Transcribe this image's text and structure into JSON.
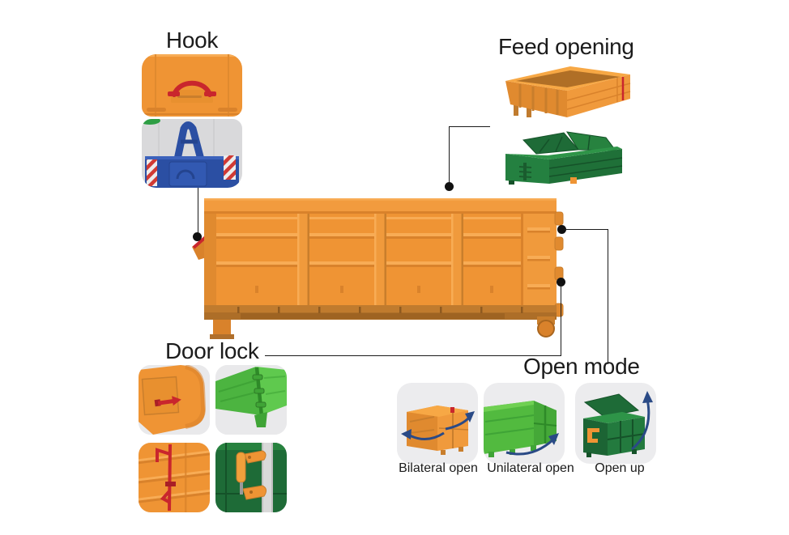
{
  "diagram": {
    "subject": "hook lift roll-off container features",
    "sections": {
      "hook": {
        "title": "Hook"
      },
      "feed_opening": {
        "title": "Feed opening"
      },
      "door_lock": {
        "title": "Door lock"
      },
      "open_mode": {
        "title": "Open mode",
        "items": [
          {
            "caption": "Bilateral open"
          },
          {
            "caption": "Unilateral open"
          },
          {
            "caption": "Open up"
          }
        ]
      }
    },
    "colors": {
      "container_orange": "#EF9434",
      "orange_dark": "#D9822B",
      "orange_deep": "#BA742A",
      "lock_red": "#C9262D",
      "hook_blue": "#2B4FA3",
      "arrow_blue": "#2A4A86",
      "green_bright": "#4CB440",
      "green_dark": "#1E6B37",
      "tile_gray": "#E9E9EB",
      "connector_black": "#1a1a1a",
      "background": "#ffffff"
    }
  }
}
